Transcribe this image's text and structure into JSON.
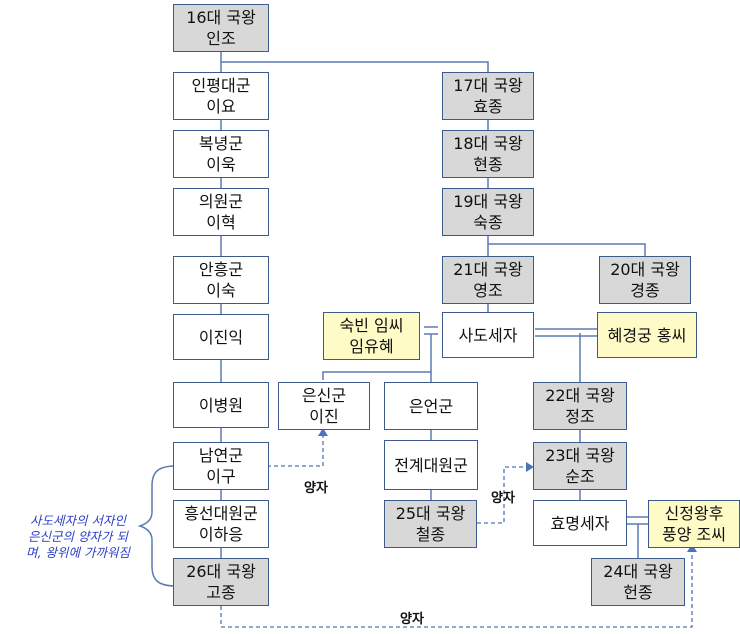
{
  "nodes": {
    "injo": {
      "line1": "16대 국왕",
      "line2": "인조"
    },
    "inpyeong": {
      "line1": "인평대군",
      "line2": "이요"
    },
    "bongnyeong": {
      "line1": "복녕군",
      "line2": "이욱"
    },
    "uiwon": {
      "line1": "의원군",
      "line2": "이혁"
    },
    "anheung": {
      "line1": "안흥군",
      "line2": "이숙"
    },
    "ijinik": {
      "line1": "이진익"
    },
    "ibyeongwon": {
      "line1": "이병원"
    },
    "namyeon": {
      "line1": "남연군",
      "line2": "이구"
    },
    "heungseon": {
      "line1": "흥선대원군",
      "line2": "이하응"
    },
    "gojong": {
      "line1": "26대 국왕",
      "line2": "고종"
    },
    "hyojong": {
      "line1": "17대 국왕",
      "line2": "효종"
    },
    "hyeonjong18": {
      "line1": "18대 국왕",
      "line2": "현종"
    },
    "sukjong": {
      "line1": "19대 국왕",
      "line2": "숙종"
    },
    "yeongjo": {
      "line1": "21대 국왕",
      "line2": "영조"
    },
    "gyeongjong": {
      "line1": "20대 국왕",
      "line2": "경종"
    },
    "sado": {
      "line1": "사도세자"
    },
    "hyegyeong": {
      "line1": "혜경궁 홍씨"
    },
    "sukbin": {
      "line1": "숙빈 임씨",
      "line2": "임유혜"
    },
    "eunsin": {
      "line1": "은신군",
      "line2": "이진"
    },
    "eunon": {
      "line1": "은언군"
    },
    "jeongjo": {
      "line1": "22대 국왕",
      "line2": "정조"
    },
    "sunjo": {
      "line1": "23대 국왕",
      "line2": "순조"
    },
    "jeongye": {
      "line1": "전계대원군"
    },
    "cheoljong": {
      "line1": "25대 국왕",
      "line2": "철종"
    },
    "hyomyeong": {
      "line1": "효명세자"
    },
    "sinjeong": {
      "line1": "신정왕후",
      "line2": "풍양 조씨"
    },
    "heonjong24": {
      "line1": "24대 국왕",
      "line2": "헌종"
    }
  },
  "labels": {
    "adoption_namyeon": "양자",
    "adoption_cheoljong": "양자",
    "adoption_gojong": "양자"
  },
  "note": {
    "line1": "사도세자의 서자인",
    "line2": "은신군의 양자가 되",
    "line3": "며, 왕위에 가까워짐"
  },
  "colors": {
    "king_fill": "#d8d8d8",
    "woman_fill": "#fffbc6",
    "border": "#3d5a8a",
    "dashed_line": "#4f73b8",
    "note_text": "#2b3fc9"
  }
}
